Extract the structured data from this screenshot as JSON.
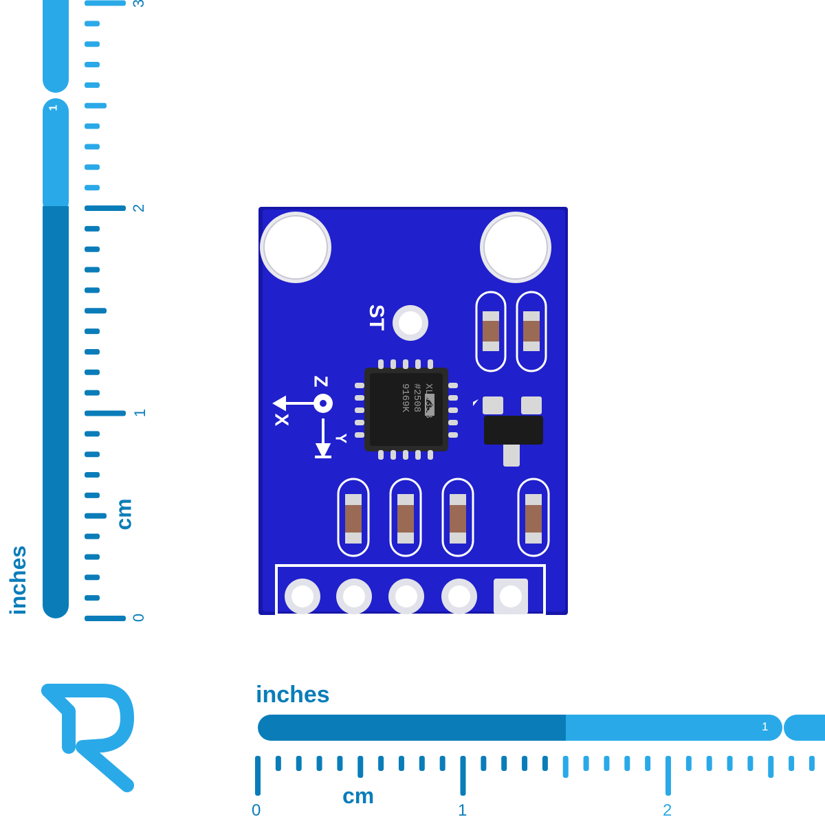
{
  "colors": {
    "ruler_dark": "#0a7db9",
    "ruler_light": "#2aa9e8",
    "board": "#1f1fc9",
    "board_edge": "#1616a8",
    "silkscreen": "#ffffff",
    "pad": "#e8e8e8",
    "chip": "#1b1b1b",
    "resistor": "#9a6a55",
    "background": "#ffffff"
  },
  "vertical_ruler": {
    "inch_label": "inches",
    "cm_label": "cm",
    "inch_marks": [
      "1"
    ],
    "cm_marks": [
      "0",
      "1",
      "2",
      "3"
    ]
  },
  "horizontal_ruler": {
    "inch_label": "inches",
    "cm_label": "cm",
    "inch_marks": [
      "1"
    ],
    "cm_marks": [
      "0",
      "1",
      "2"
    ]
  },
  "board": {
    "st_label": "ST",
    "axis_x": "X",
    "axis_y": "Y",
    "axis_z": "Z",
    "chip_line1": "XL335B",
    "chip_line2": "#2508",
    "chip_line3": "9169K"
  },
  "logo": {
    "icon": "r-logo-icon"
  }
}
